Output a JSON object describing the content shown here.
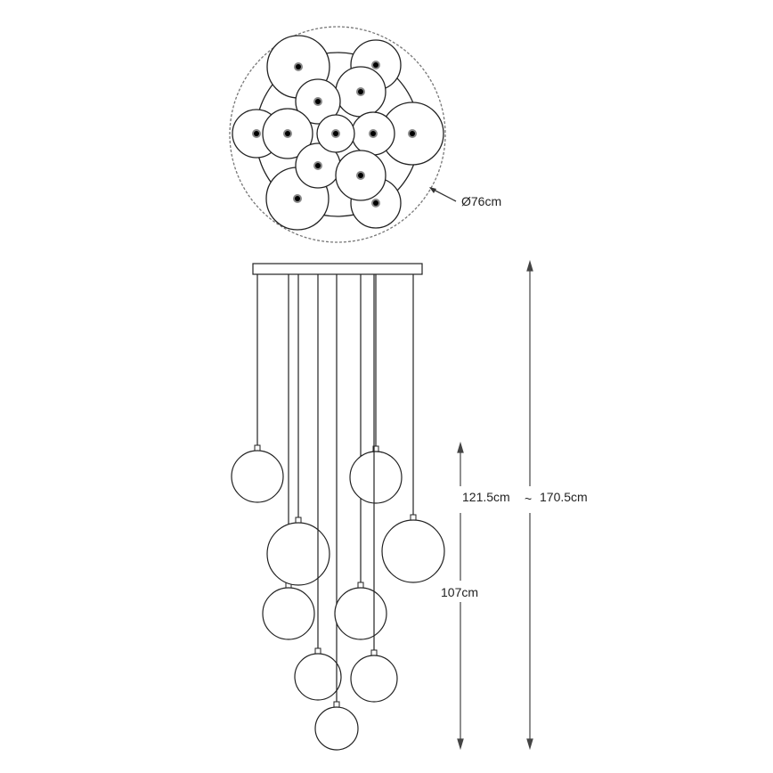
{
  "top_view": {
    "diameter_label": "Ø76cm"
  },
  "side_view": {
    "dim_globe_range_label": "121.5cm",
    "dim_approx_symbol": "~",
    "dim_total_label": "170.5cm",
    "dim_lowest_label": "107cm"
  },
  "colors": {
    "line": "#222222",
    "dashed": "#777777"
  }
}
